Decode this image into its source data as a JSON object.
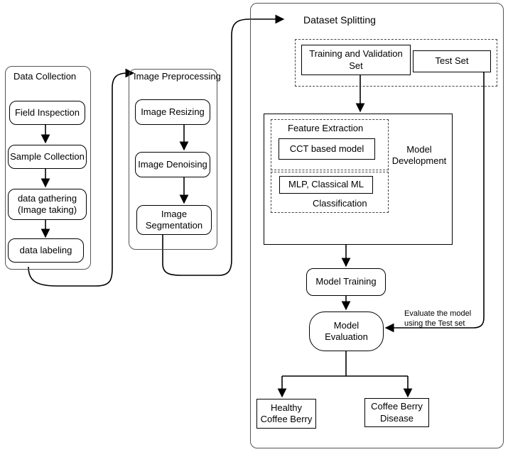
{
  "data_collection": {
    "title": "Data Collection",
    "steps": [
      "Field Inspection",
      "Sample Collection",
      "data gathering\n(Image taking)",
      "data labeling"
    ]
  },
  "image_preprocessing": {
    "title": "Image Preprocessing",
    "steps": [
      "Image Resizing",
      "Image Denoising",
      "Image\nSegmentation"
    ]
  },
  "dataset_splitting": {
    "title": "Dataset Splitting",
    "training_set": "Training and Validation\nSet",
    "test_set": "Test Set"
  },
  "model_development": {
    "label": "Model\nDevelopment",
    "feature_extraction": "Feature Extraction",
    "cct_model": "CCT based model",
    "mlp_model": "MLP, Classical ML",
    "classification": "Classification"
  },
  "model_training": "Model Training",
  "model_evaluation": "Model\nEvaluation",
  "evaluate_note": "Evaluate the model\nusing the Test set",
  "outcomes": {
    "healthy": "Healthy\nCoffee Berry",
    "disease": "Coffee Berry\nDisease"
  }
}
